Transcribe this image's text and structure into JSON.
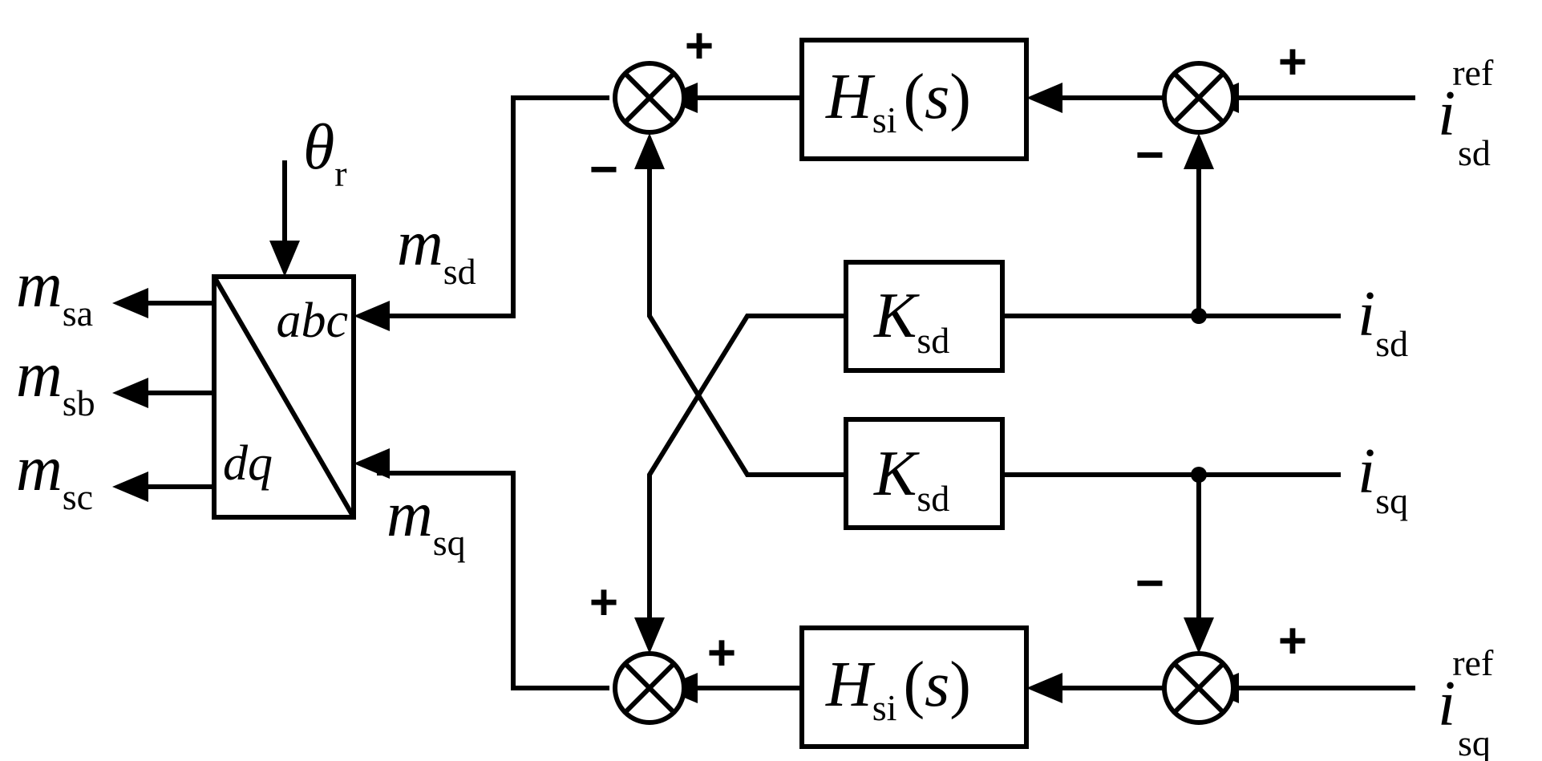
{
  "signals": {
    "isd_ref": {
      "main": "i",
      "sub": "sd",
      "sup": "ref"
    },
    "isq_ref": {
      "main": "i",
      "sub": "sq",
      "sup": "ref"
    },
    "isd": {
      "main": "i",
      "sub": "sd"
    },
    "isq": {
      "main": "i",
      "sub": "sq"
    },
    "msd": {
      "main": "m",
      "sub": "sd"
    },
    "msq": {
      "main": "m",
      "sub": "sq"
    },
    "msa": {
      "main": "m",
      "sub": "sa"
    },
    "msb": {
      "main": "m",
      "sub": "sb"
    },
    "msc": {
      "main": "m",
      "sub": "sc"
    },
    "theta_r": {
      "main": "θ",
      "sub": "r"
    }
  },
  "blocks": {
    "hsi_top": {
      "main": "H",
      "sub": "si",
      "paren_open": "(",
      "arg": "s",
      "paren_close": ")"
    },
    "hsi_bottom": {
      "main": "H",
      "sub": "si",
      "paren_open": "(",
      "arg": "s",
      "paren_close": ")"
    },
    "ksd_top": {
      "main": "K",
      "sub": "sd"
    },
    "ksd_bottom": {
      "main": "K",
      "sub": "sd"
    },
    "transform": {
      "upper": "abc",
      "lower": "dq"
    }
  },
  "signs": {
    "sum1_top": "+",
    "sum1_side": "−",
    "sum2_top": "+",
    "sum2_side": "−",
    "sum3_top": "+",
    "sum3_side": "+",
    "sum4_top": "+",
    "sum4_side": "−"
  }
}
